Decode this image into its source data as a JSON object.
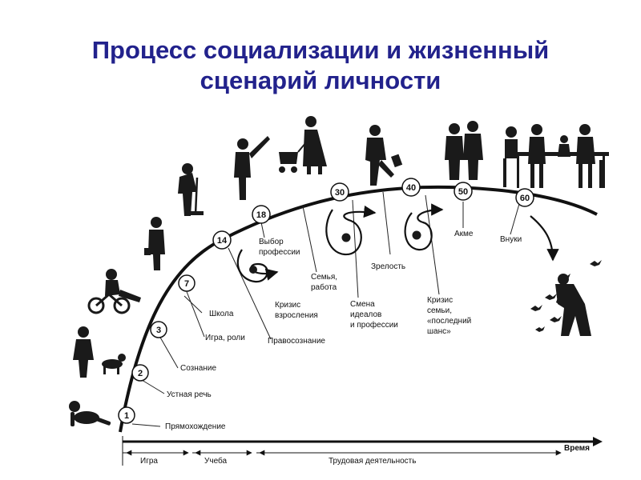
{
  "title_line1": "Процесс социализации и жизненный",
  "title_line2": "сценарий личности",
  "ages": [
    "1",
    "2",
    "3",
    "7",
    "14",
    "18",
    "30",
    "40",
    "50",
    "60"
  ],
  "milestones": {
    "walking": "Прямохождение",
    "speech": "Устная речь",
    "consciousness": "Сознание",
    "game_roles": "Игра, роли",
    "school": "Школа",
    "legal": "Правосознание",
    "career1": "Выбор",
    "career2": "профессии",
    "adult1": "Кризис",
    "adult2": "взросления",
    "family1": "Семья,",
    "family2": "работа",
    "ideals1": "Смена",
    "ideals2": "идеалов",
    "ideals3": "и профессии",
    "maturity": "Зрелость",
    "family_crisis1": "Кризис",
    "family_crisis2": "семьи,",
    "family_crisis3": "«последний",
    "family_crisis4": "шанс»",
    "acme": "Акме",
    "grandchildren": "Внуки"
  },
  "timeline": {
    "play": "Игра",
    "study": "Учеба",
    "work": "Трудовая деятельность",
    "time": "Время"
  },
  "icons": [
    "crawling-baby-icon",
    "child-with-dog-icon",
    "child-on-bicycle-icon",
    "schoolboy-icon",
    "sweeping-teen-icon",
    "waving-youth-icon",
    "woman-with-stroller-icon",
    "running-man-icon",
    "couple-icon",
    "family-at-table-icon",
    "elder-feeding-birds-icon",
    "bird-icon"
  ]
}
